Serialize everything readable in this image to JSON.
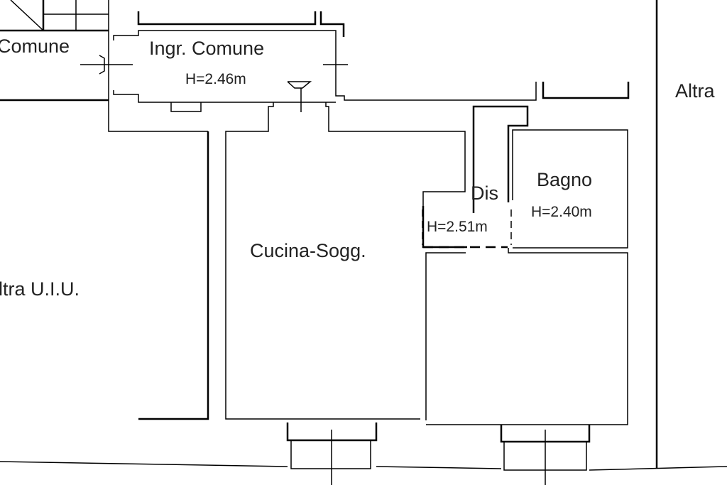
{
  "rooms": [
    {
      "name": "Comune"
    },
    {
      "name": "Ingr. Comune",
      "height": "H=2.46m"
    },
    {
      "name": "Altra"
    },
    {
      "name": "Dis",
      "height": "H=2.51m"
    },
    {
      "name": "Bagno",
      "height": "H=2.40m"
    },
    {
      "name": "Cucina-Sogg."
    },
    {
      "name": "ltra U.I.U."
    }
  ]
}
